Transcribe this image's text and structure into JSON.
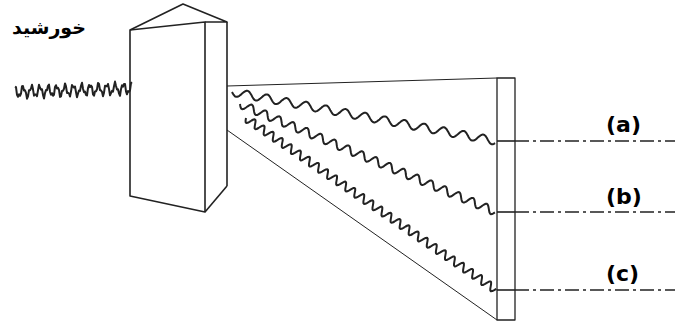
{
  "diagram": {
    "labels": [
      "خورشید",
      "(a)",
      "(b)",
      "(c)"
    ]
  }
}
